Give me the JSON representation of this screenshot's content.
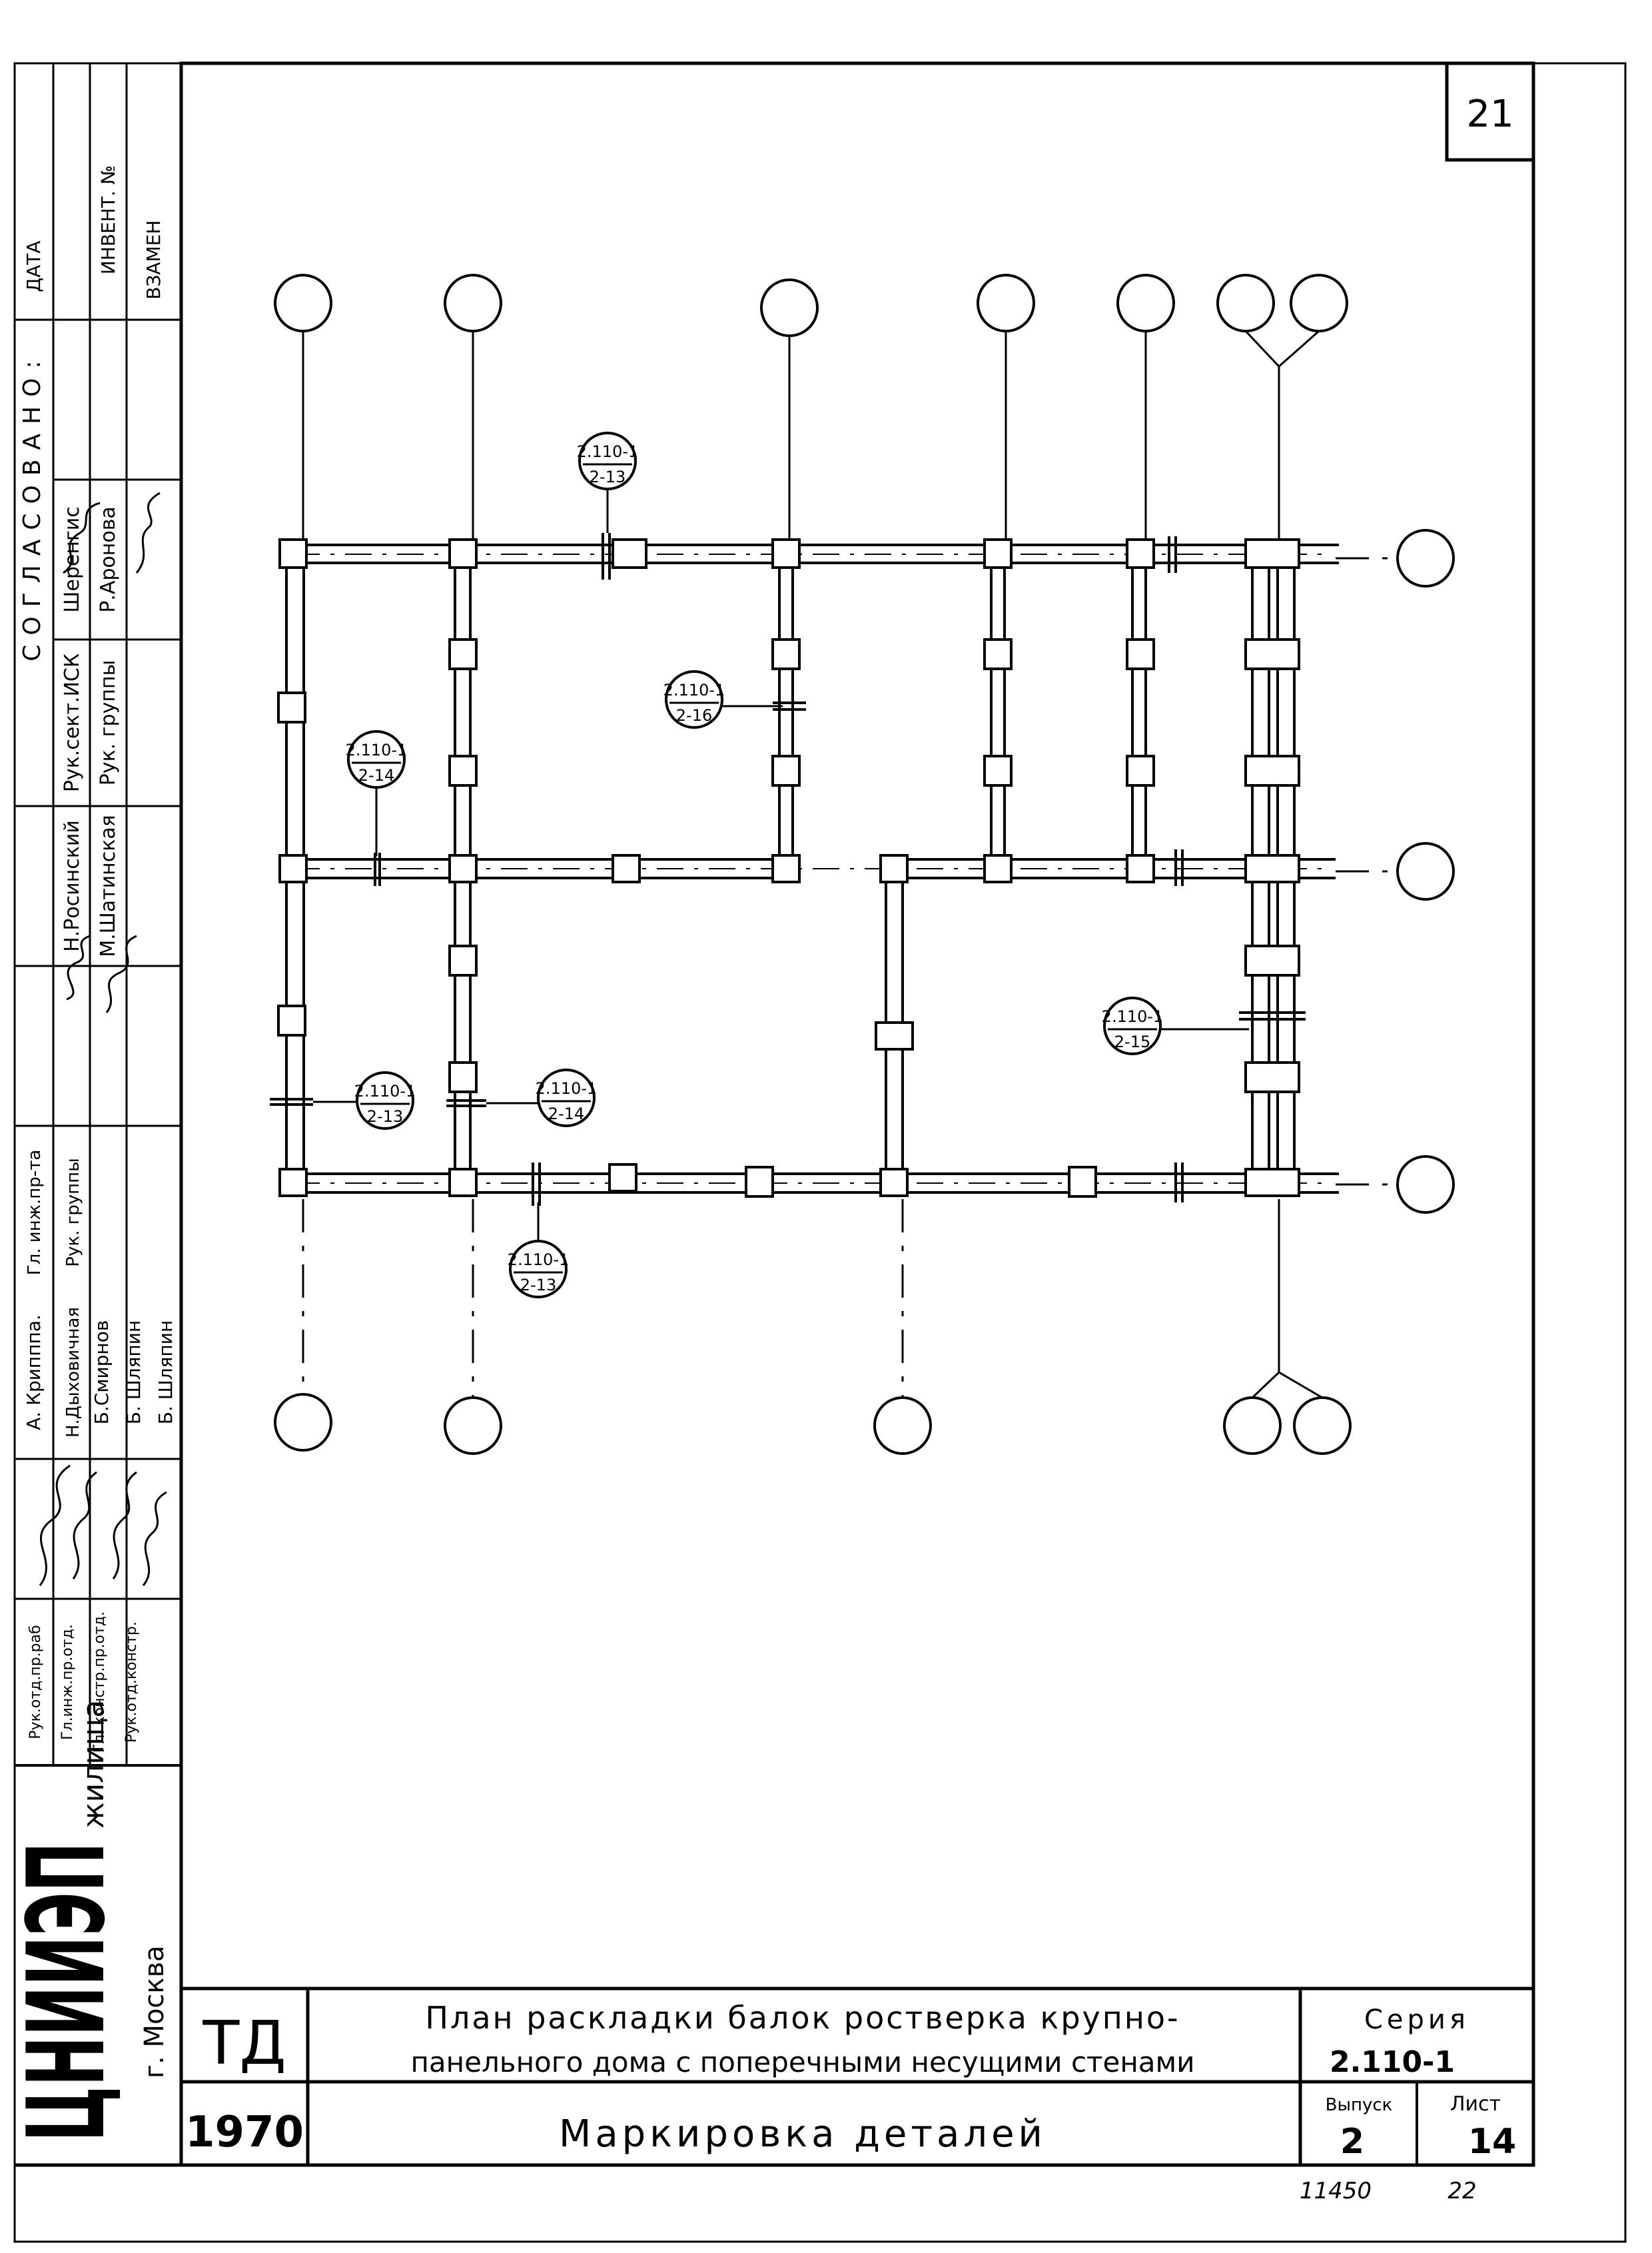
{
  "sheet": {
    "sheet_corner_number": "21",
    "bottom_left_note": "11450",
    "bottom_right_note": "22"
  },
  "approval_block": {
    "header_agreed": "СОГЛАСОВАНО:",
    "header_date": "ДАТА",
    "header_inventory": "ИНВЕНТ. №",
    "header_instead": "ВЗАМЕН",
    "roles_top": [
      {
        "role": "Н.Росинский",
        "name": ""
      },
      {
        "role": "Рук.сект.ИСК",
        "name": "Шеренгис"
      },
      {
        "role": "Рук. группы",
        "name": "Р.Аронова"
      }
    ],
    "roles_mid": [
      {
        "role": "М.Шатинская",
        "name": ""
      },
      {
        "role": "Гл. инж.пр-та",
        "name": ""
      },
      {
        "role": "Рук. группы",
        "name": ""
      }
    ],
    "roles_bottom": [
      {
        "role": "Рук.отд.пр.раб",
        "name": "А. Крипппа."
      },
      {
        "role": "Гл.инж.пр.отд.",
        "name": "Н.Дыховичная"
      },
      {
        "role": "Гл. констр.пр.отд.",
        "name": "Б.Смирнов"
      },
      {
        "role": "Рук.отд.констр.",
        "name": "Б. Шляпин"
      }
    ],
    "extra_name": "Б. Шляпин"
  },
  "org_block": {
    "org_logo_text": "ЦНИИЭП",
    "org_subtitle": "жилища",
    "org_city": "г. Москва"
  },
  "title_block": {
    "doc_type": "ТД",
    "year": "1970",
    "title_line1": "План раскладки балок ростверка крупно-",
    "title_line2": "панельного дома с поперечными несущими стенами",
    "subtitle": "Маркировка деталей",
    "series_label": "Серия",
    "series_value": "2.110-1",
    "issue_label": "Выпуск",
    "issue_value": "2",
    "sheet_label": "Лист",
    "sheet_value": "14"
  },
  "plan": {
    "callouts": [
      {
        "top": "2.110-1",
        "bottom": "2-13"
      },
      {
        "top": "2.110-1",
        "bottom": "2-16"
      },
      {
        "top": "2.110-1",
        "bottom": "2-14"
      },
      {
        "top": "2.110-1",
        "bottom": "2-15"
      },
      {
        "top": "2.110-1",
        "bottom": "2-13"
      },
      {
        "top": "2.110-1",
        "bottom": "2-14"
      },
      {
        "top": "2.110-1",
        "bottom": "2-13"
      }
    ]
  }
}
